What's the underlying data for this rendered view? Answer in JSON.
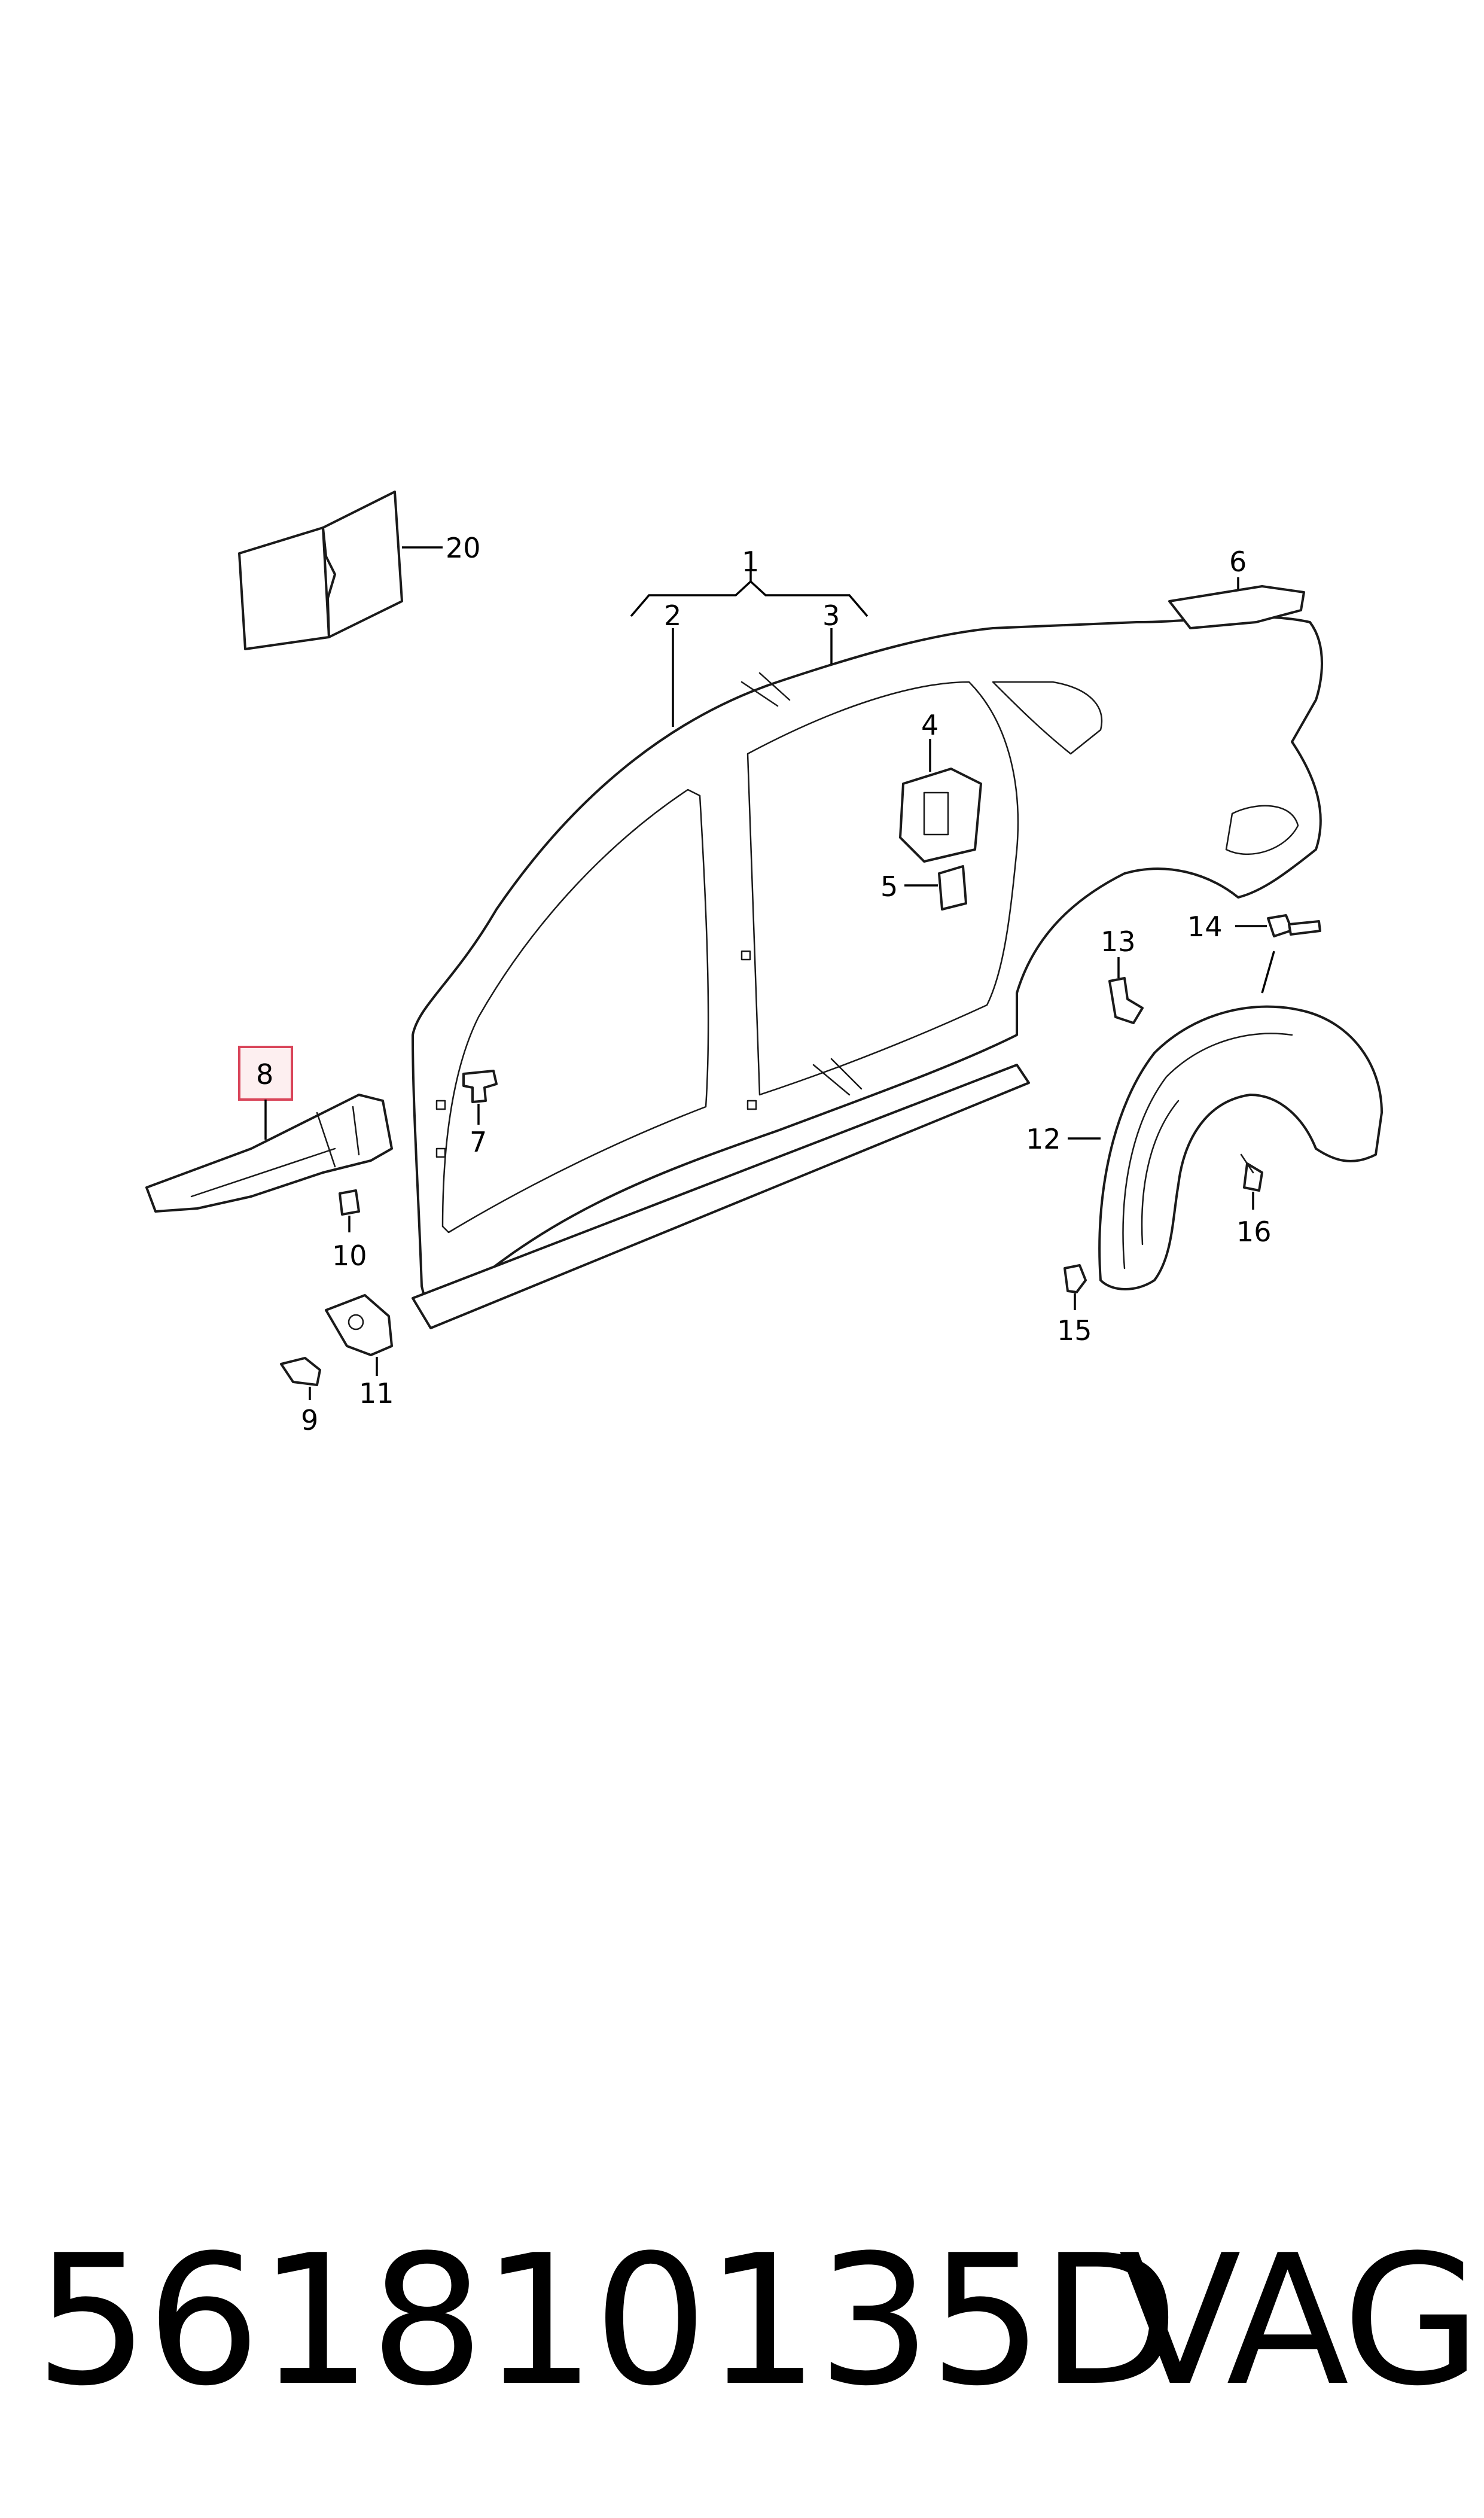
{
  "callouts": {
    "c1": "1",
    "c2": "2",
    "c3": "3",
    "c4": "4",
    "c5": "5",
    "c6": "6",
    "c7": "7",
    "c8": "8",
    "c9": "9",
    "c10": "10",
    "c11": "11",
    "c12": "12",
    "c13": "13",
    "c14": "14",
    "c15": "15",
    "c16": "16",
    "c20": "20"
  },
  "highlighted_callout": "8",
  "highlight_color": "#d9455a",
  "footer": {
    "part_number": "561810135D",
    "brand": "VAG"
  }
}
